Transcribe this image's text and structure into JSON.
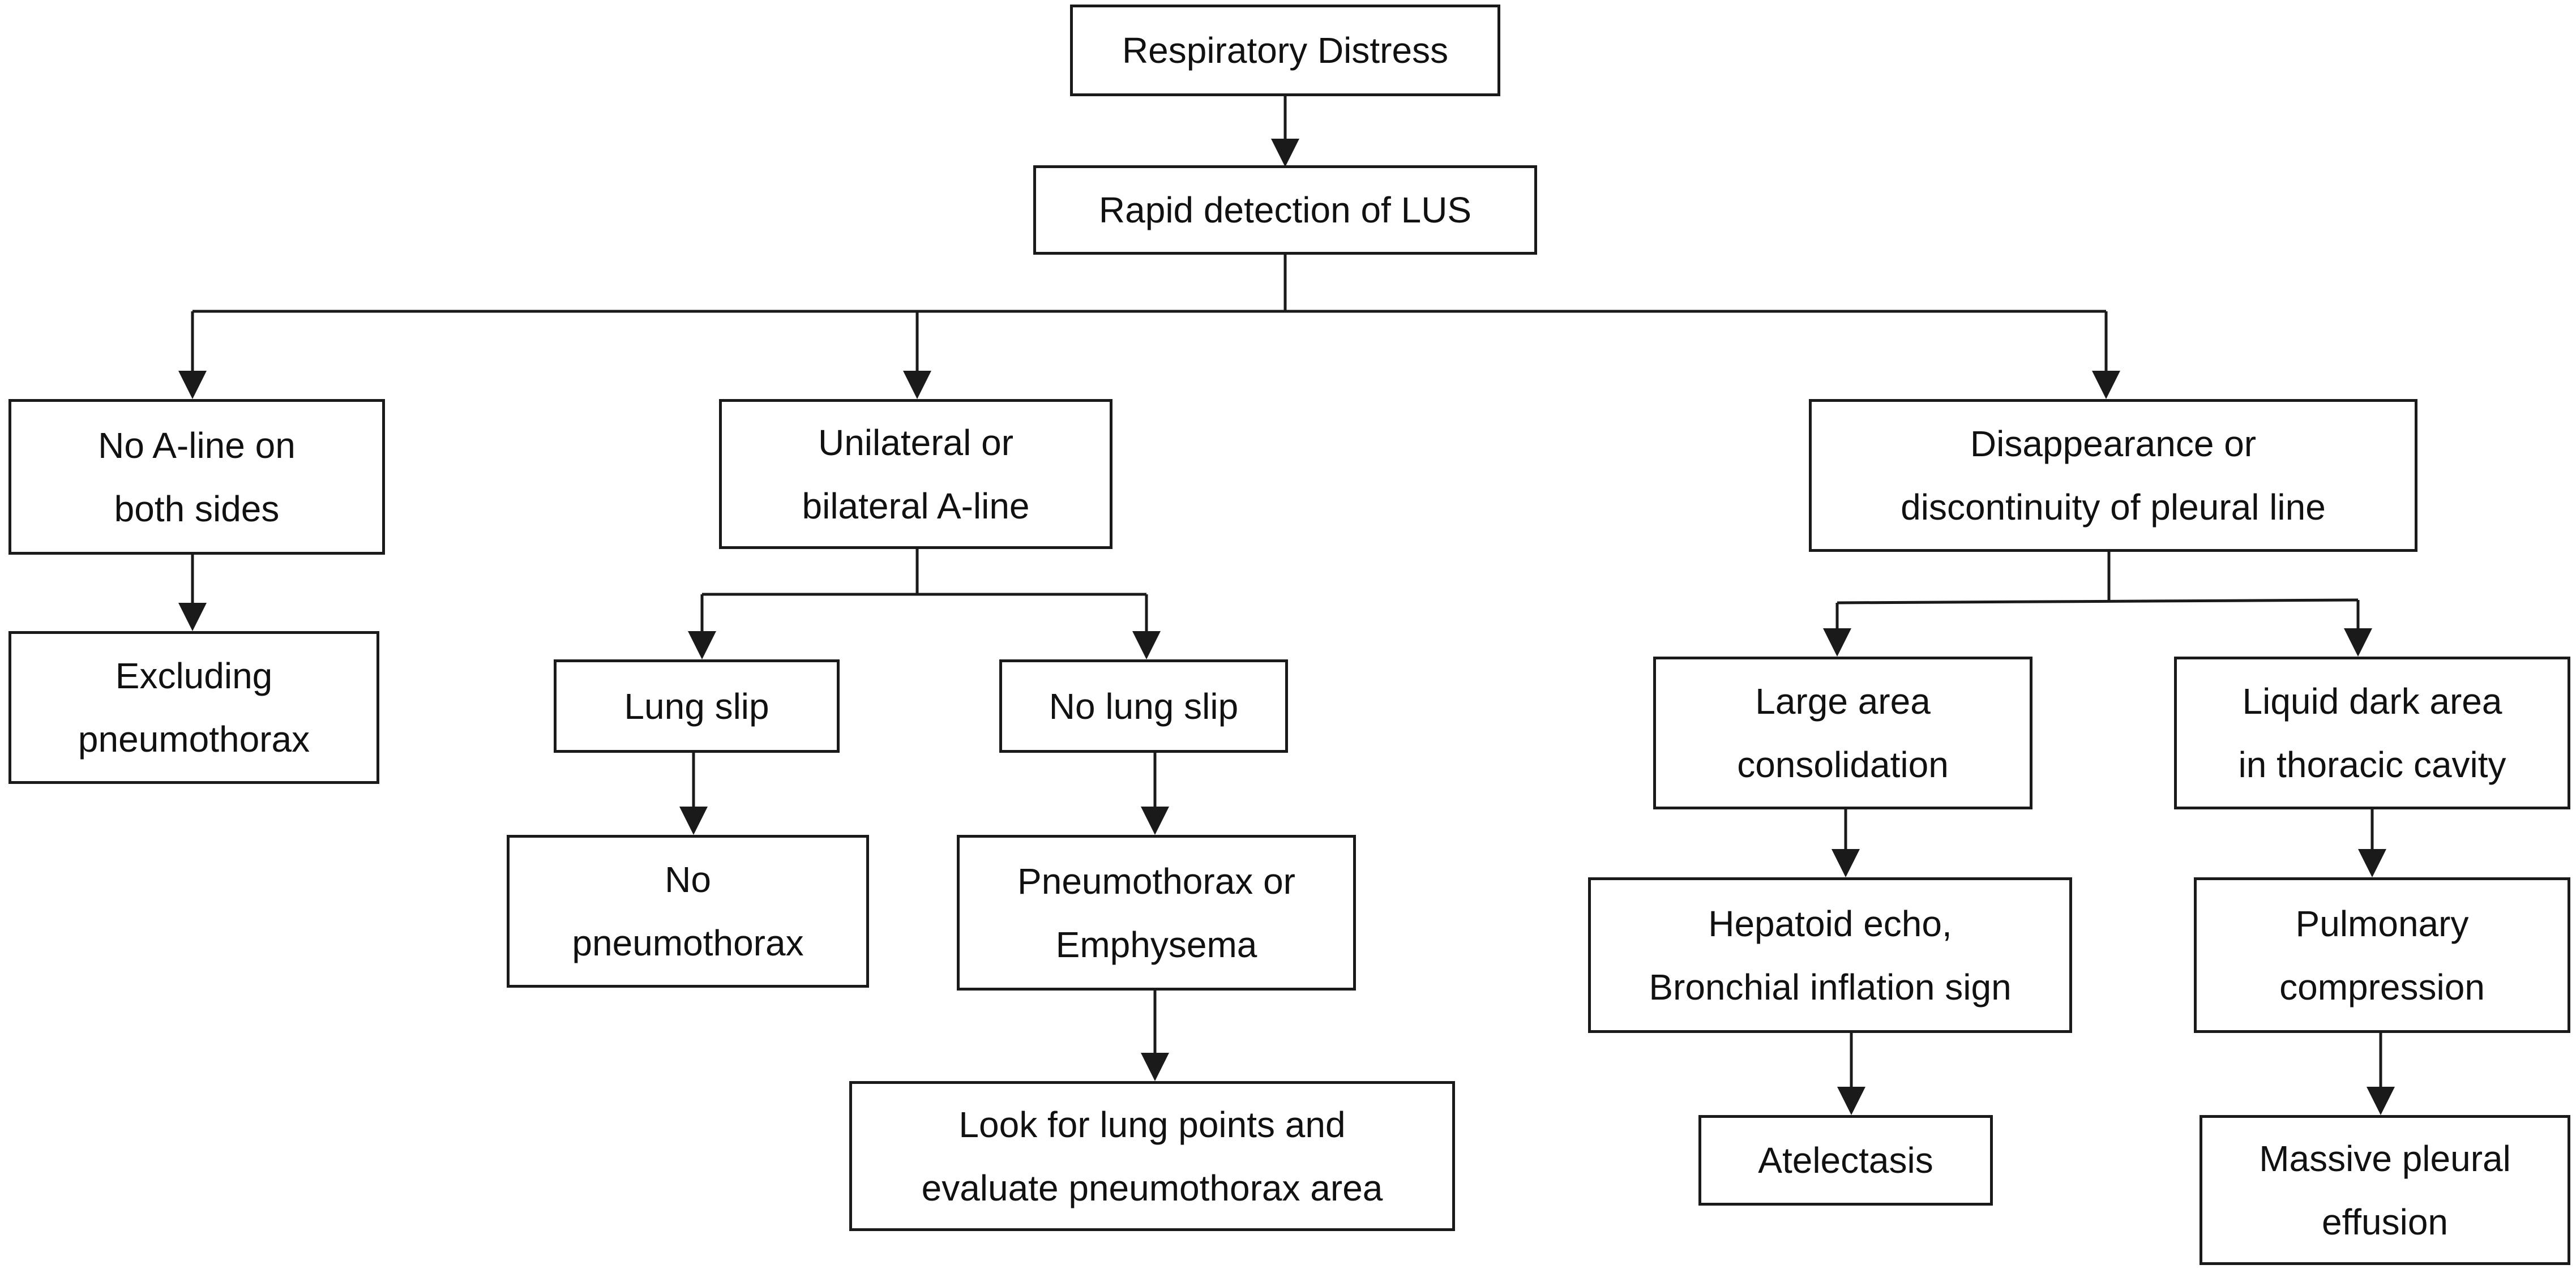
{
  "colors": {
    "line": "#1a1a1a",
    "box_border": "#1a1a1a",
    "text": "#111111",
    "background": "#ffffff"
  },
  "nodes": {
    "respiratory_distress": {
      "lines": [
        "Respiratory Distress"
      ]
    },
    "rapid_detection": {
      "lines": [
        "Rapid detection of LUS"
      ]
    },
    "no_a_line": {
      "lines": [
        "No A-line on",
        "both sides"
      ]
    },
    "excluding_pneumothorax": {
      "lines": [
        "Excluding",
        "pneumothorax"
      ]
    },
    "a_line": {
      "lines": [
        "Unilateral or",
        "bilateral A-line"
      ]
    },
    "lung_slip": {
      "lines": [
        "Lung slip"
      ]
    },
    "no_pneumothorax": {
      "lines": [
        "No",
        "pneumothorax"
      ]
    },
    "no_lung_slip": {
      "lines": [
        "No lung slip"
      ]
    },
    "pneumothorax_or_emphysema": {
      "lines": [
        "Pneumothorax or",
        "Emphysema"
      ]
    },
    "look_for_lung_points": {
      "lines": [
        "Look for lung points and",
        "evaluate pneumothorax area"
      ]
    },
    "pleural_line": {
      "lines": [
        "Disappearance or",
        "discontinuity of pleural line"
      ]
    },
    "large_area_consolidation": {
      "lines": [
        "Large area",
        "consolidation"
      ]
    },
    "hepatoid_echo": {
      "lines": [
        "Hepatoid echo,",
        "Bronchial inflation sign"
      ]
    },
    "atelectasis": {
      "lines": [
        "Atelectasis"
      ]
    },
    "liquid_dark_area": {
      "lines": [
        "Liquid dark area",
        "in thoracic cavity"
      ]
    },
    "pulmonary_compression": {
      "lines": [
        "Pulmonary",
        "compression"
      ]
    },
    "massive_pleural_effusion": {
      "lines": [
        "Massive pleural",
        "effusion"
      ]
    }
  }
}
